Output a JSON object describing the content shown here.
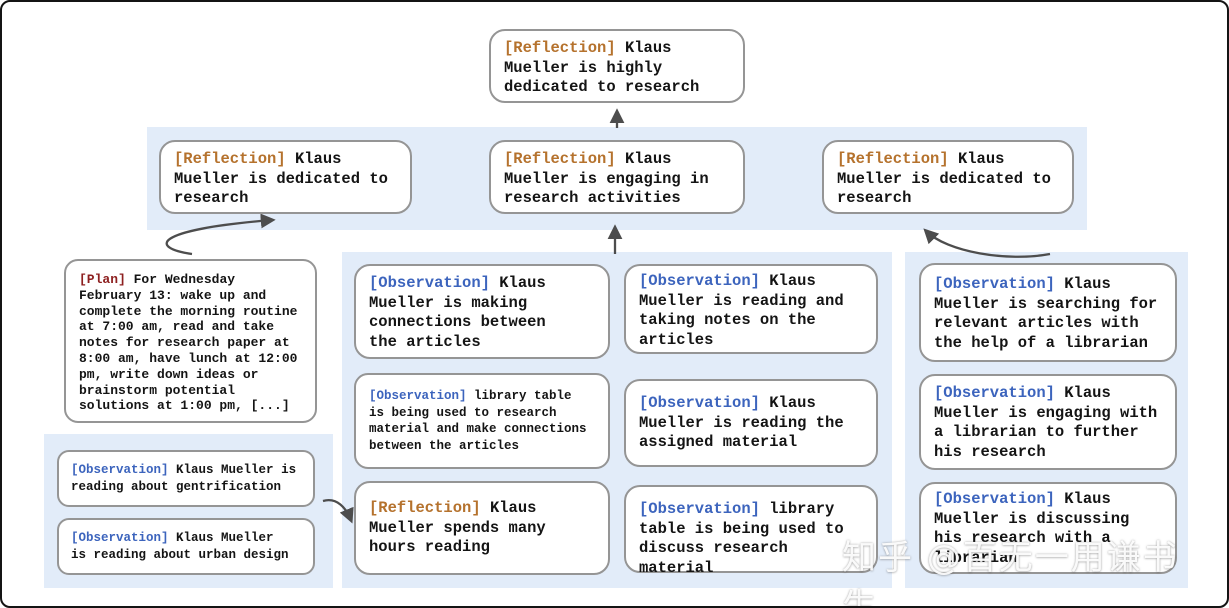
{
  "colors": {
    "reflection_tag": "#b5722d",
    "observation_tag": "#3c64bd",
    "plan_tag": "#8d1f1f",
    "band_background": "#e2ecf9",
    "box_border": "#959595",
    "arrow": "#4d4d4d",
    "text": "#141414"
  },
  "nodes": {
    "root": {
      "tag": "[Reflection]",
      "text": "Klaus\nMueller is highly\ndedicated to research"
    },
    "level2": [
      {
        "tag": "[Reflection]",
        "text": "Klaus\nMueller is dedicated to\nresearch"
      },
      {
        "tag": "[Reflection]",
        "text": "Klaus\nMueller is engaging in\nresearch activities"
      },
      {
        "tag": "[Reflection]",
        "text": "Klaus\nMueller is dedicated to\nresearch"
      }
    ],
    "plan": {
      "tag": "[Plan]",
      "text": "For Wednesday\nFebruary 13: wake up and\ncomplete the morning routine\nat 7:00 am, read and take\nnotes for research paper at\n8:00 am, have lunch at 12:00\npm, write down ideas or\nbrainstorm potential\nsolutions at 1:00 pm, [...]"
    },
    "left_observations": [
      {
        "tag": "[Observation]",
        "text": "Klaus Mueller is\nreading about gentrification"
      },
      {
        "tag": "[Observation]",
        "text": "Klaus Mueller\nis reading about urban design"
      }
    ],
    "middle_col1": [
      {
        "tag": "[Observation]",
        "text": "Klaus\nMueller is making\nconnections between\nthe articles"
      },
      {
        "tag": "[Observation]",
        "text": "library table\nis being used to research\nmaterial and make connections\nbetween the articles"
      },
      {
        "tag": "[Reflection]",
        "text": "Klaus\nMueller spends many\nhours reading"
      }
    ],
    "middle_col2": [
      {
        "tag": "[Observation]",
        "text": "Klaus\nMueller is reading and\ntaking notes on the\narticles"
      },
      {
        "tag": "[Observation]",
        "text": "Klaus\nMueller is reading the\nassigned material"
      },
      {
        "tag": "[Observation]",
        "text": "library\ntable is being used to\ndiscuss research material"
      }
    ],
    "right_observations": [
      {
        "tag": "[Observation]",
        "text": "Klaus\nMueller is searching for\nrelevant articles with\nthe help of a librarian"
      },
      {
        "tag": "[Observation]",
        "text": "Klaus\nMueller is engaging with\na librarian to further\nhis research"
      },
      {
        "tag": "[Observation]",
        "text": "Klaus\nMueller is discussing\nhis research with a\nlibrarian"
      }
    ]
  },
  "watermark": "知乎 @百无一用谦书生"
}
